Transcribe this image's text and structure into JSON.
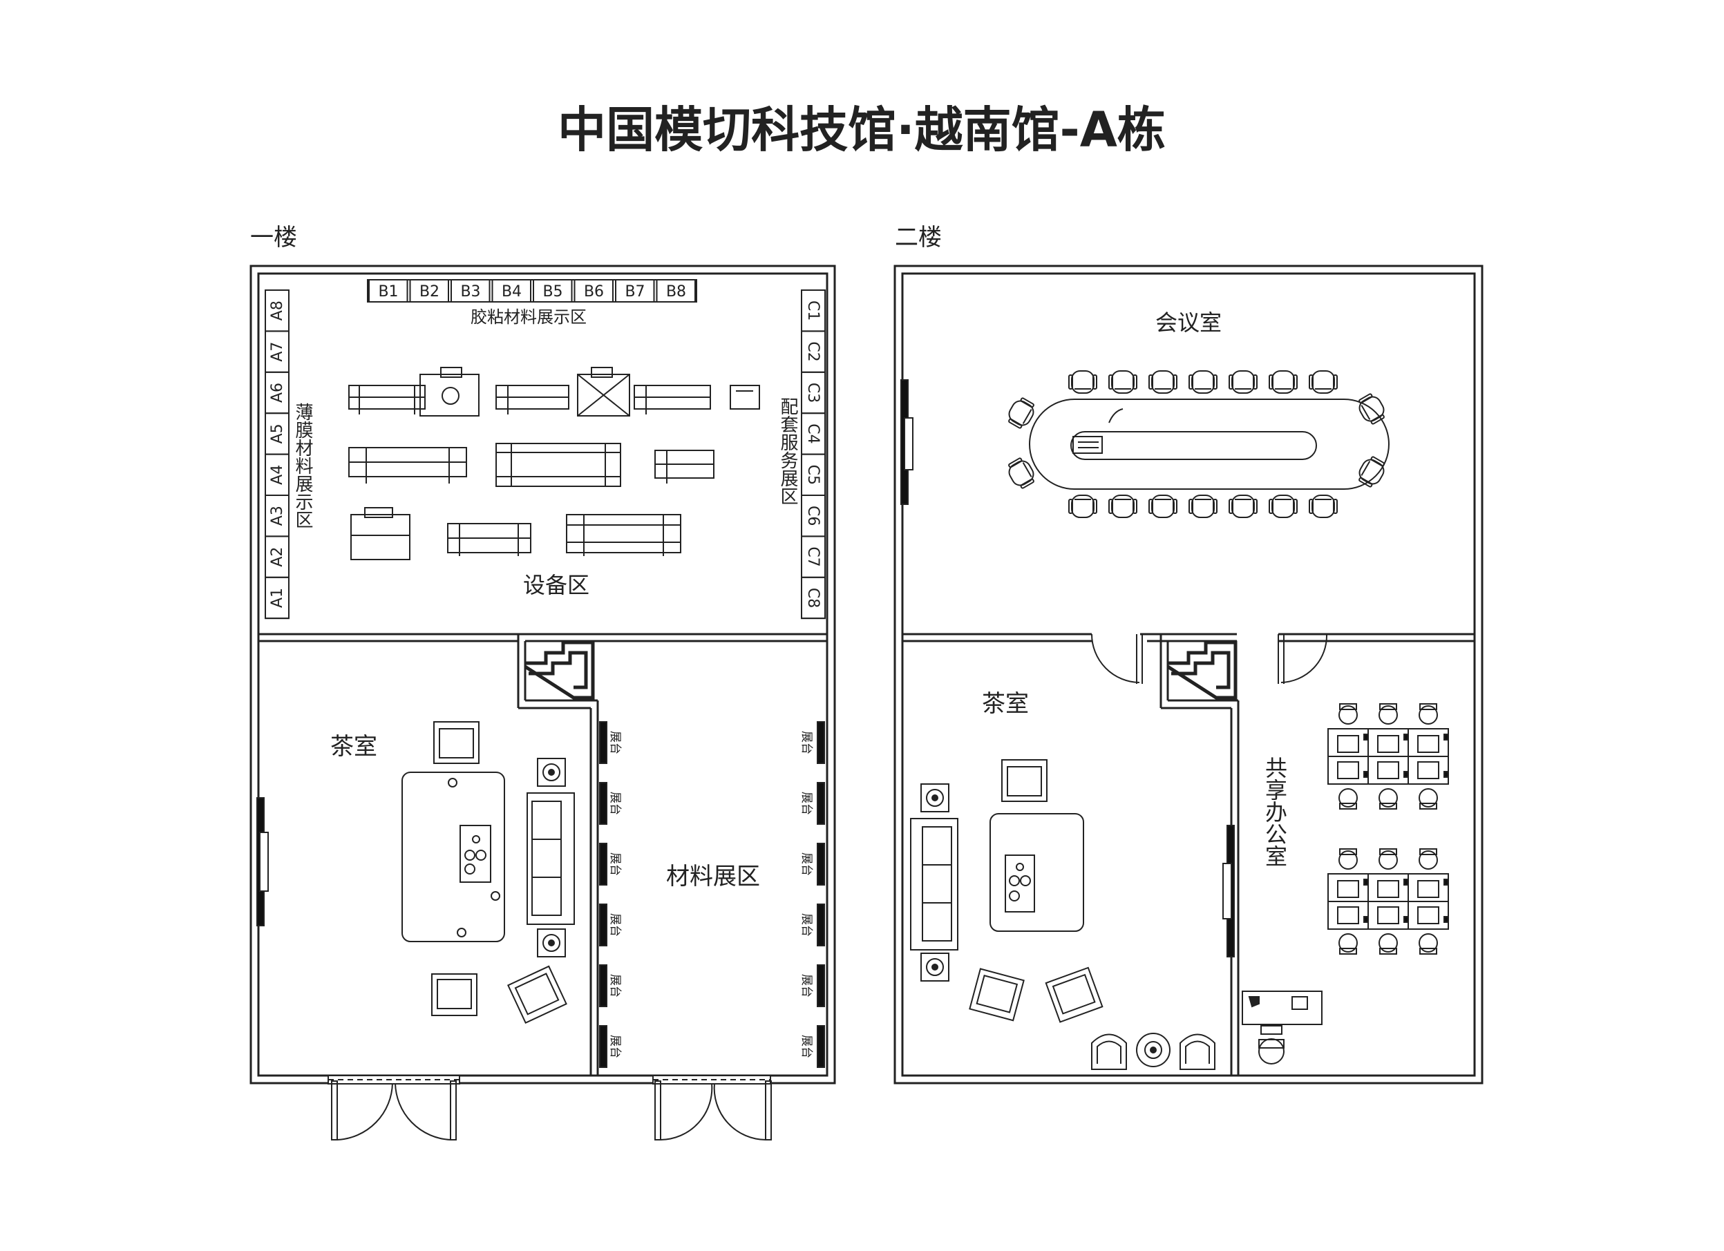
{
  "title": "中国模切科技馆·越南馆-A栋",
  "floor1": {
    "label": "一楼",
    "booths_a": [
      "A8",
      "A7",
      "A6",
      "A5",
      "A4",
      "A3",
      "A2",
      "A1"
    ],
    "booths_b": [
      "B1",
      "B2",
      "B3",
      "B4",
      "B5",
      "B6",
      "B7",
      "B8"
    ],
    "booths_c": [
      "C1",
      "C2",
      "C3",
      "C4",
      "C5",
      "C6",
      "C7",
      "C8"
    ],
    "zone_adhesive": "胶粘材料展示区",
    "zone_film": "薄膜材料展示区",
    "zone_service": "配套服务展区",
    "zone_equipment": "设备区",
    "tea_room": "茶室",
    "material_zone": "材料展区",
    "stand_label": "展台"
  },
  "floor2": {
    "label": "二楼",
    "meeting_room": "会议室",
    "tea_room": "茶室",
    "shared_office": "共享办公室"
  },
  "colors": {
    "line": "#222222",
    "background": "#ffffff"
  }
}
